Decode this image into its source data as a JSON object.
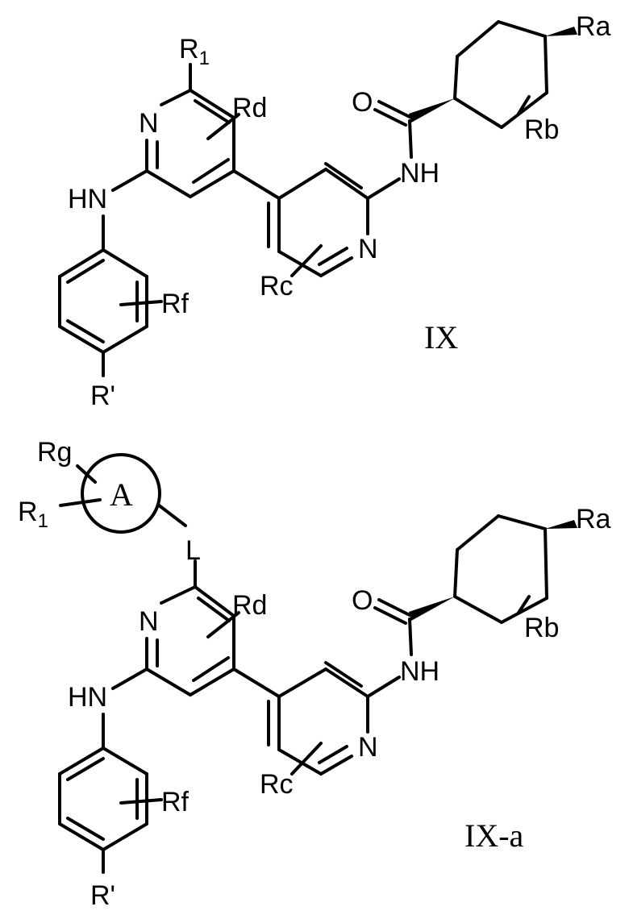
{
  "structures": [
    {
      "label": "IX",
      "atoms": {
        "r1": "R",
        "r1_sub": "1",
        "rd": "Rd",
        "n_pyrimidine": "N",
        "hn": "HN",
        "rf": "Rf",
        "r_prime": "R'",
        "n_pyridine": "N",
        "rc": "Rc",
        "nh": "NH",
        "o": "O",
        "ra": "Ra",
        "rb": "Rb"
      }
    },
    {
      "label": "IX-a",
      "atoms": {
        "rg": "Rg",
        "r1": "R",
        "r1_sub": "1",
        "ring_a": "A",
        "linker": "L",
        "rd": "Rd",
        "n_pyrimidine": "N",
        "hn": "HN",
        "rf": "Rf",
        "r_prime": "R'",
        "n_pyridine": "N",
        "rc": "Rc",
        "nh": "NH",
        "o": "O",
        "ra": "Ra",
        "rb": "Rb"
      }
    }
  ]
}
